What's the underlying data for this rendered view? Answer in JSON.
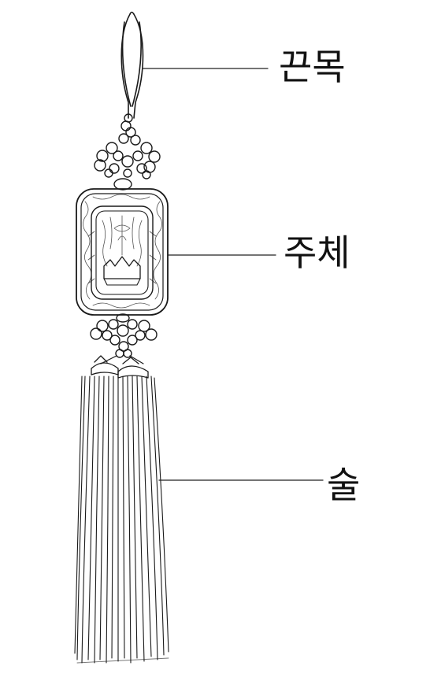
{
  "labels": {
    "top": "끈목",
    "middle": "주체",
    "bottom": "술"
  },
  "colors": {
    "ink": "#111111",
    "background": "#ffffff"
  }
}
